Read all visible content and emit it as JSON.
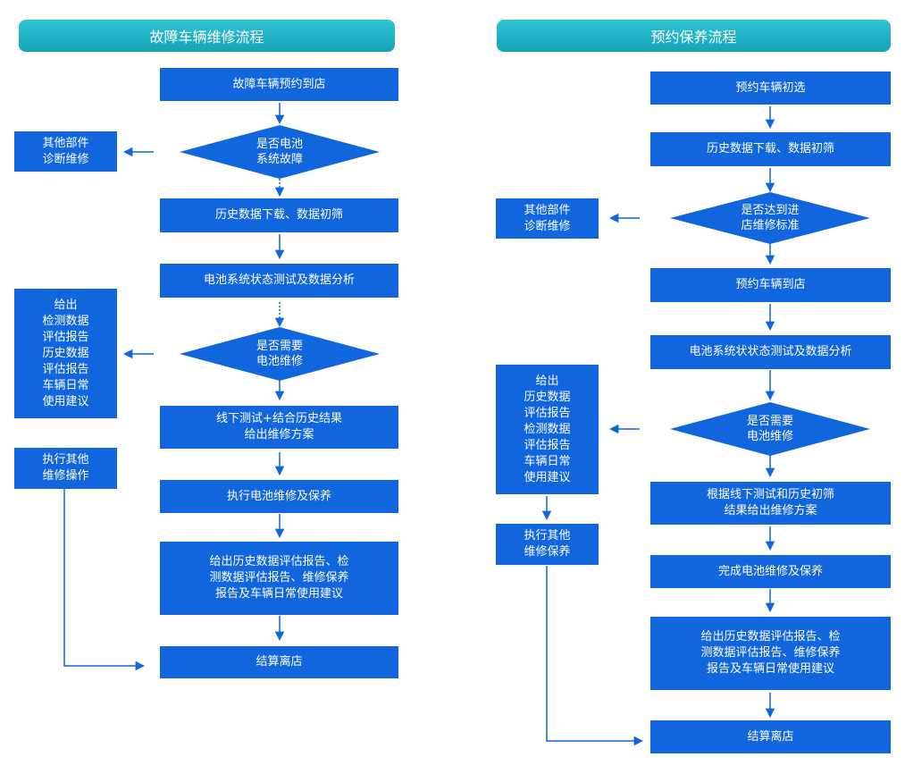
{
  "colors": {
    "box": "#1166de",
    "arrow": "#1166de",
    "header_top": "#31c3d4",
    "header_bottom": "#14a3b7"
  },
  "left": {
    "title": "故障车辆维修流程",
    "step1": "故障车辆预约到店",
    "decision1": "是否电池\n系统故障",
    "side1": "其他部件\n诊断维修",
    "step2": "历史数据下载、数据初筛",
    "step3": "电池系统状态测试及数据分析",
    "decision2": "是否需要\n电池维修",
    "side2": "给出\n检测数据\n评估报告\n历史数据\n评估报告\n车辆日常\n使用建议",
    "side3": "执行其他\n维修操作",
    "step4": "线下测试+结合历史结果\n给出维修方案",
    "step5": "执行电池维修及保养",
    "step6": "给出历史数据评估报告、检\n测数据评估报告、维修保养\n报告及车辆日常使用建议",
    "step7": "结算离店"
  },
  "right": {
    "title": "预约保养流程",
    "step1": "预约车辆初选",
    "step2": "历史数据下载、数据初筛",
    "decision1": "是否达到进\n店维修标准",
    "side1": "其他部件\n诊断维修",
    "step3": "预约车辆到店",
    "step4": "电池系统状状态测试及数据分析",
    "decision2": "是否需要\n电池维修",
    "side2": "给出\n历史数据\n评估报告\n检测数据\n评估报告\n车辆日常\n使用建议",
    "side3": "执行其他\n维修保养",
    "step5": "根据线下测试和历史初筛\n结果给出维修方案",
    "step6": "完成电池维修及保养",
    "step7": "给出历史数据评估报告、检\n测数据评估报告、维修保养\n报告及车辆日常使用建议",
    "step8": "结算离店"
  }
}
